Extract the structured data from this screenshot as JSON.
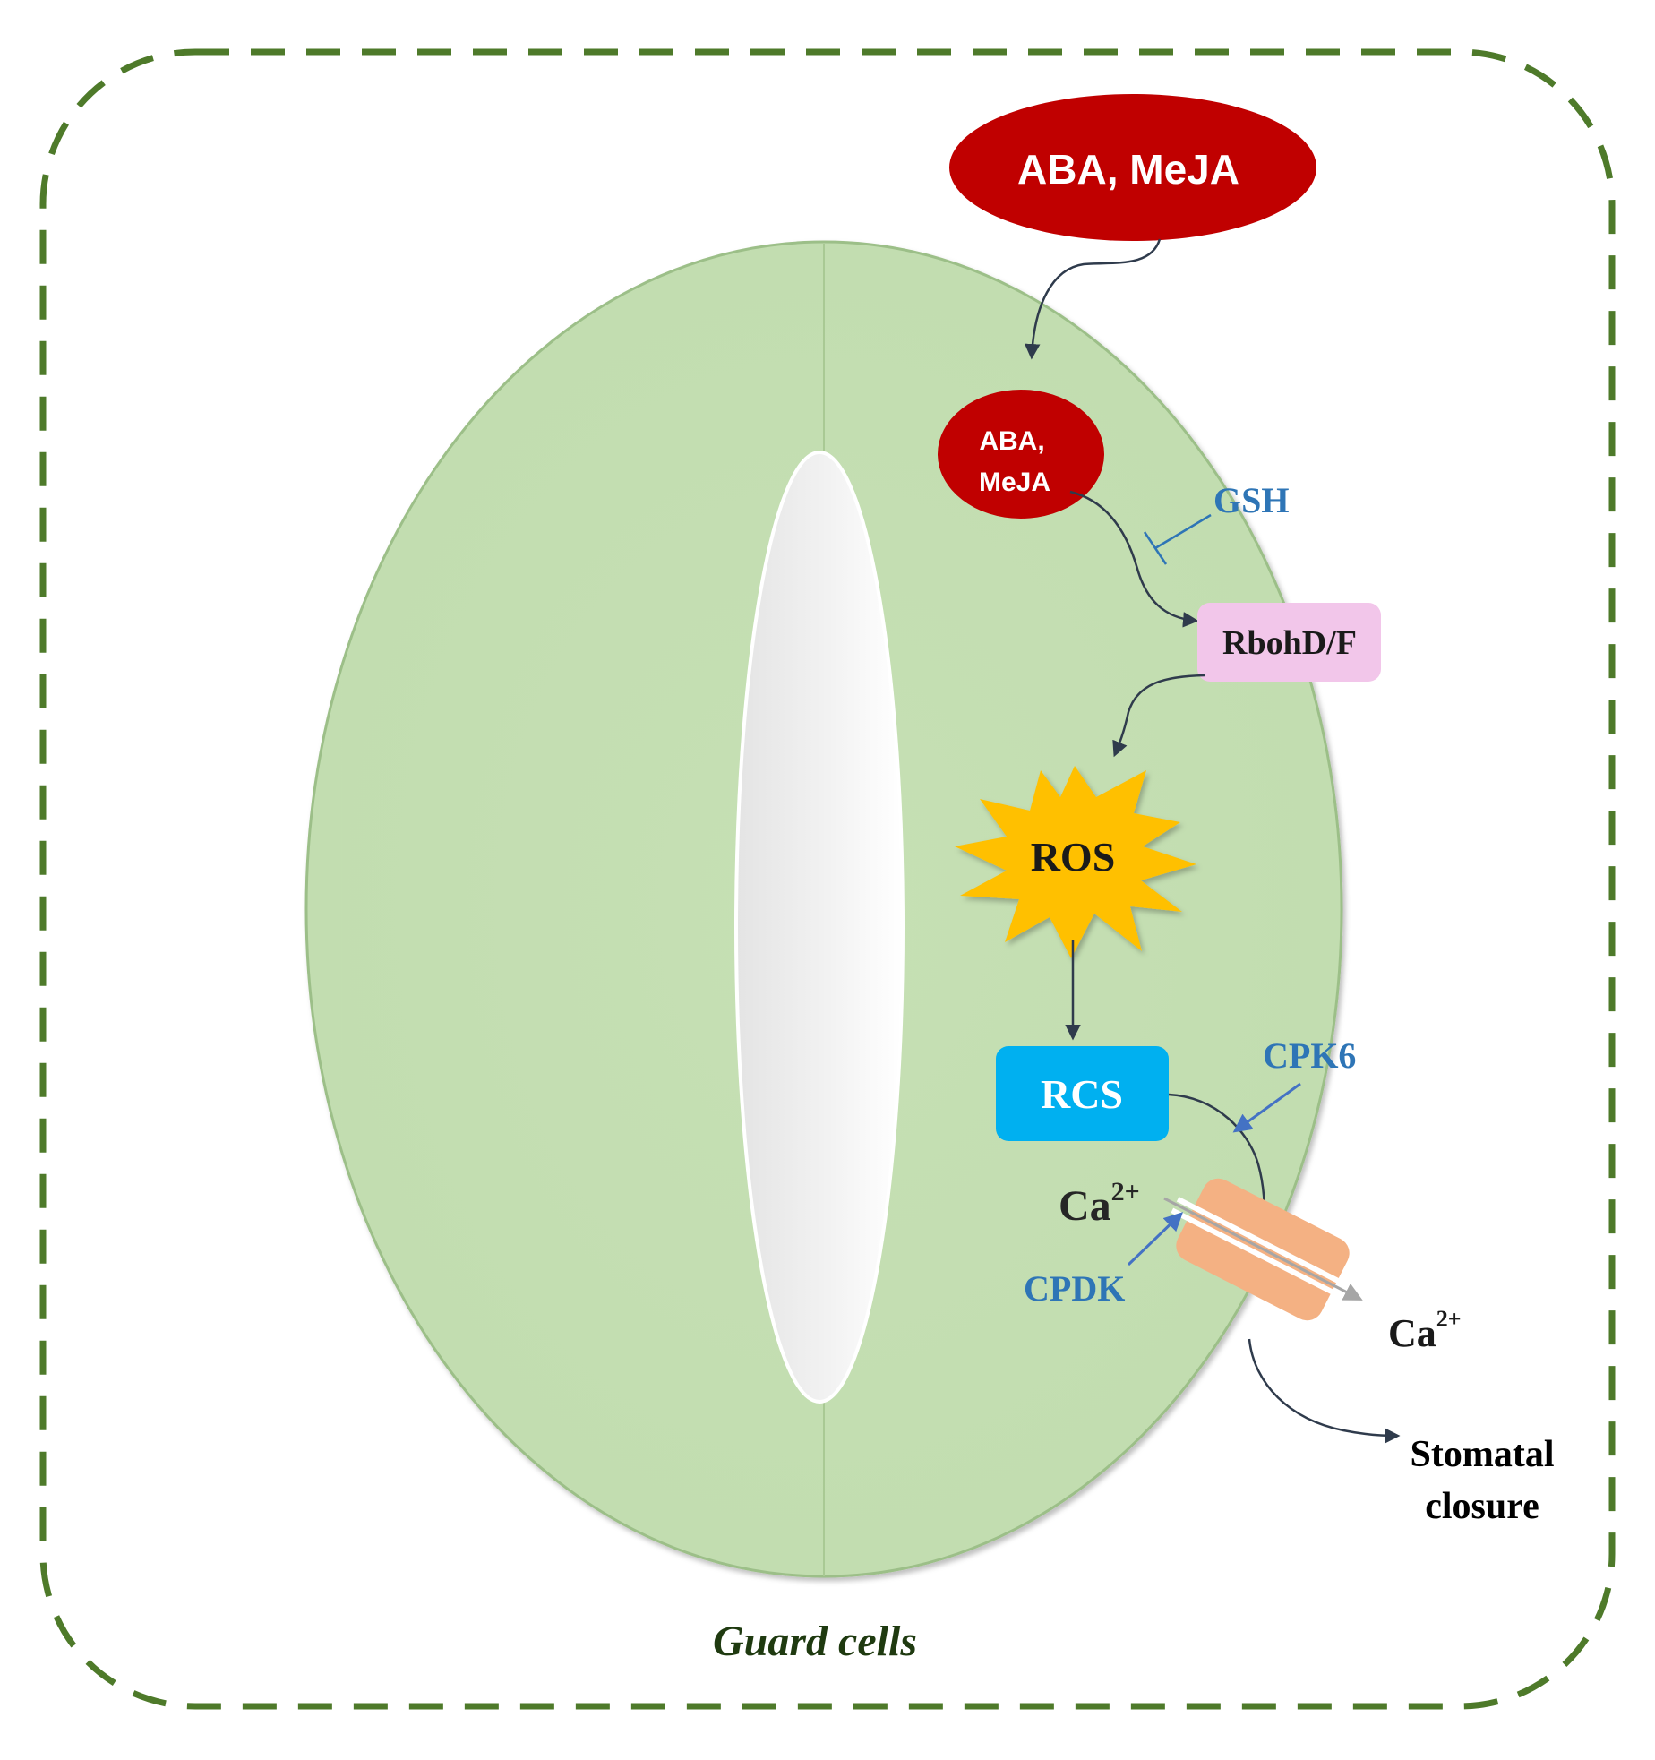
{
  "nodes": {
    "extracellular_hormones": "ABA, MeJA",
    "intracellular_hormones_line1": "ABA,",
    "intracellular_hormones_line2": "MeJA",
    "gsh": "GSH",
    "rboh": "RbohD/F",
    "ros": "ROS",
    "rcs": "RCS",
    "cpk6": "CPK6",
    "cpdk": "CPDK",
    "ca_in": "Ca",
    "ca_in_sup": "2+",
    "ca_out": "Ca",
    "ca_out_sup": "2+",
    "stomatal_line1": "Stomatal",
    "stomatal_line2": "closure",
    "caption": "Guard cells"
  },
  "colors": {
    "border": "#4e7a2a",
    "guard_cell_fill": "#c4dfb2",
    "guard_cell_edge": "#9cbf88",
    "pore": "#f0f0f0",
    "hormone": "#c00000",
    "rboh_fill": "#f2c6ea",
    "ros_fill": "#ffc000",
    "rcs_fill": "#00b0f0",
    "channel": "#f4b183",
    "regulator_text": "#2e75b6",
    "arrow": "#2f3b4c",
    "regulator_arrow": "#4472c4",
    "caption": "#1f3a10"
  }
}
